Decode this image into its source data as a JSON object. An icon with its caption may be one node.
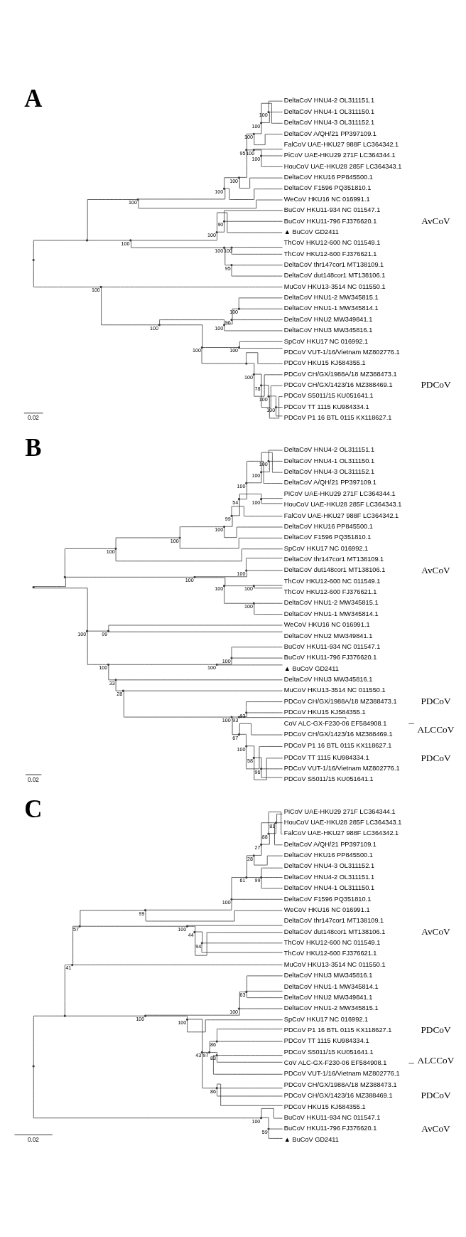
{
  "diagram": {
    "nodes": [
      {
        "text": [],
        "shape": "point"
      },
      {
        "text": [],
        "shape": "point"
      },
      {
        "text": [],
        "shape": "point",
        "beside": [
          "100"
        ]
      },
      {
        "text": [],
        "shape": "point",
        "beside": [
          "100"
        ]
      },
      {
        "text": [],
        "shape": "point",
        "beside": [
          "100"
        ]
      },
      {
        "text": [],
        "shape": "point",
        "beside": [
          "95"
        ]
      },
      {
        "text": [],
        "shape": "point",
        "beside": [
          "100"
        ]
      },
      {
        "text": [],
        "shape": "point",
        "beside": [
          "100"
        ]
      },
      {
        "text": [],
        "shape": "point",
        "beside": [
          "100"
        ]
      },
      {
        "text": [
          "DeltaCoV HNU4-2 OL311151.1"
        ]
      },
      {
        "text": [
          "DeltaCoV HNU4-1 OL311150.1"
        ]
      },
      {
        "text": [
          "DeltaCoV HNU4-3 OL311152.1"
        ]
      },
      {
        "text": [
          "DeltaCoV A/QH/21 PP397109.1"
        ]
      },
      {
        "text": [],
        "shape": "point",
        "beside": [
          "100"
        ]
      },
      {
        "text": [
          "FalCoV UAE-HKU27 988F LC364342.1"
        ]
      },
      {
        "text": [],
        "shape": "point",
        "beside": [
          "100"
        ]
      },
      {
        "text": [
          "PiCoV UAE-HKU29 271F LC364344.1"
        ]
      },
      {
        "text": [
          "HouCoV UAE-HKU28 285F LC364343.1"
        ]
      },
      {
        "text": [
          "DeltaCoV HKU16 PP845500.1"
        ]
      },
      {
        "text": [
          "DeltaCoV F1596 PQ351810.1"
        ]
      },
      {
        "text": [
          "WeCoV HKU16 NC 016991.1"
        ]
      },
      {
        "text": [],
        "shape": "point",
        "beside": [
          "100"
        ]
      },
      {
        "text": [],
        "shape": "point",
        "beside": [
          "100"
        ]
      },
      {
        "text": [],
        "shape": "point",
        "beside": [
          "90"
        ]
      },
      {
        "text": [
          "BuCoV HKU11-934 NC 011547.1"
        ]
      },
      {
        "text": [
          "BuCoV HKU11-796 FJ376620.1"
        ]
      },
      {
        "text": [
          "▲ BuCoV GD2411"
        ]
      },
      {
        "text": [],
        "shape": "point",
        "beside": [
          "100"
        ]
      },
      {
        "text": [],
        "shape": "point",
        "beside": [
          "100"
        ]
      },
      {
        "text": [
          "ThCoV HKU12-600 NC 011549.1"
        ]
      },
      {
        "text": [
          "ThCoV HKU12-600 FJ376621.1"
        ]
      },
      {
        "text": [],
        "shape": "point",
        "beside": [
          "95"
        ]
      },
      {
        "text": [
          "DeltaCoV thr147cor1 MT138109.1"
        ]
      },
      {
        "text": [
          "DeltaCoV dut148cor1 MT138106.1"
        ]
      },
      {
        "text": [],
        "shape": "point",
        "beside": [
          "100"
        ]
      },
      {
        "text": [
          "MuCoV HKU13-3514 NC 011550.1"
        ]
      },
      {
        "text": [],
        "shape": "point",
        "beside": [
          "100"
        ]
      },
      {
        "text": [],
        "shape": "point",
        "beside": [
          "100"
        ]
      },
      {
        "text": [],
        "shape": "point",
        "beside": [
          "96"
        ]
      },
      {
        "text": [],
        "shape": "point",
        "beside": [
          "100"
        ]
      },
      {
        "text": [
          "DeltaCoV HNU1-2 MW345815.1"
        ]
      },
      {
        "text": [
          "DeltaCoV HNU1-1 MW345814.1"
        ]
      },
      {
        "text": [
          "DeltaCoV HNU2 MW349841.1"
        ]
      },
      {
        "text": [
          "DeltaCoV HNU3 MW345816.1"
        ]
      },
      {
        "text": [],
        "shape": "point",
        "beside": [
          "100"
        ]
      },
      {
        "text": [],
        "shape": "point",
        "beside": [
          "100"
        ]
      },
      {
        "text": [
          "SpCoV HKU17 NC 016992.1"
        ]
      },
      {
        "text": [
          "PDCoV VUT-1/16/Vietnam MZ802776.1"
        ]
      },
      {
        "text": [],
        "shape": "point"
      },
      {
        "text": [
          "PDCoV HKU15 KJ584355.1"
        ]
      },
      {
        "text": [],
        "shape": "point",
        "beside": [
          "100"
        ]
      },
      {
        "text": [
          "PDCoV CH/GX/1988A/18 MZ388473.1"
        ]
      },
      {
        "text": [],
        "shape": "point",
        "beside": [
          "78"
        ]
      },
      {
        "text": [
          "PDCoV CH/GX/1423/16 MZ388469.1"
        ]
      },
      {
        "text": [],
        "shape": "point",
        "beside": [
          "100"
        ]
      },
      {
        "text": [
          "PDCoV S5011/15 KU051641.1"
        ]
      },
      {
        "text": [],
        "shape": "point",
        "beside": [
          "100"
        ]
      },
      {
        "text": [
          "PDCoV TT 1115 KU984334.1"
        ]
      },
      {
        "text": [
          "PDCoV P1 16 BTL 0115 KX118627.1"
        ]
      },
      {
        "text": [],
        "shape": "point"
      },
      {
        "text": [],
        "shape": "point"
      },
      {
        "text": [],
        "shape": "point",
        "beside": [
          "100"
        ]
      },
      {
        "text": [],
        "shape": "point",
        "beside": [
          "100"
        ]
      },
      {
        "text": [],
        "shape": "point",
        "beside": [
          "100"
        ]
      },
      {
        "text": [],
        "shape": "point",
        "beside": [
          "99"
        ]
      },
      {
        "text": [],
        "shape": "point",
        "beside": [
          "54"
        ]
      },
      {
        "text": [],
        "shape": "point",
        "beside": [
          "100"
        ]
      },
      {
        "text": [],
        "shape": "point",
        "beside": [
          "100"
        ]
      },
      {
        "text": [],
        "shape": "point",
        "beside": [
          "100"
        ]
      },
      {
        "text": [
          "DeltaCoV HNU4-2 OL311151.1"
        ]
      },
      {
        "text": [
          "DeltaCoV HNU4-1 OL311150.1"
        ]
      },
      {
        "text": [
          "DeltaCoV HNU4-3 OL311152.1"
        ]
      },
      {
        "text": [
          "DeltaCoV A/QH/21 PP397109.1"
        ]
      },
      {
        "text": [],
        "shape": "point",
        "beside": [
          "100"
        ]
      },
      {
        "text": [
          "PiCoV UAE-HKU29 271F LC364344.1"
        ]
      },
      {
        "text": [
          "HouCoV UAE-HKU28 285F LC364343.1"
        ]
      },
      {
        "text": [
          "FalCoV UAE-HKU27 988F LC364342.1"
        ]
      },
      {
        "text": [
          "DeltaCoV HKU16 PP845500.1"
        ]
      },
      {
        "text": [
          "DeltaCoV F1596 PQ351810.1"
        ]
      },
      {
        "text": [
          "SpCoV HKU17 NC 016992.1"
        ]
      },
      {
        "text": [],
        "shape": "point",
        "beside": [
          "100"
        ]
      },
      {
        "text": [],
        "shape": "point",
        "beside": [
          "100"
        ]
      },
      {
        "text": [
          "DeltaCoV thr147cor1 MT138109.1"
        ]
      },
      {
        "text": [
          "DeltaCoV dut148cor1 MT138106.1"
        ]
      },
      {
        "text": [],
        "shape": "point",
        "beside": [
          "100"
        ]
      },
      {
        "text": [],
        "shape": "point",
        "beside": [
          "100"
        ]
      },
      {
        "text": [
          "ThCoV HKU12-600 NC 011549.1"
        ]
      },
      {
        "text": [
          "ThCoV HKU12-600 FJ376621.1"
        ]
      },
      {
        "text": [],
        "shape": "point",
        "beside": [
          "100"
        ]
      },
      {
        "text": [
          "DeltaCoV HNU1-2 MW345815.1"
        ]
      },
      {
        "text": [
          "DeltaCoV HNU1-1 MW345814.1"
        ]
      },
      {
        "text": [],
        "shape": "point",
        "beside": [
          "100"
        ]
      },
      {
        "text": [],
        "shape": "point",
        "beside": [
          "99"
        ]
      },
      {
        "text": [
          "WeCoV HKU16 NC 016991.1"
        ]
      },
      {
        "text": [
          "DeltaCoV HNU2 MW349841.1"
        ]
      },
      {
        "text": [],
        "shape": "point",
        "beside": [
          "100"
        ]
      },
      {
        "text": [],
        "shape": "point",
        "beside": [
          "100"
        ]
      },
      {
        "text": [],
        "shape": "point",
        "beside": [
          "100"
        ]
      },
      {
        "text": [
          "BuCoV HKU11-934 NC 011547.1"
        ]
      },
      {
        "text": [
          "BuCoV HKU11-796 FJ376620.1"
        ]
      },
      {
        "text": [
          "▲ BuCoV GD2411"
        ]
      },
      {
        "text": [],
        "shape": "point",
        "beside": [
          "33"
        ]
      },
      {
        "text": [
          "DeltaCoV HNU3 MW345816.1"
        ]
      },
      {
        "text": [],
        "shape": "point",
        "beside": [
          "28"
        ]
      },
      {
        "text": [
          "MuCoV HKU13-3514 NC 011550.1"
        ]
      },
      {
        "text": [],
        "shape": "point",
        "beside": [
          "100"
        ]
      },
      {
        "text": [],
        "shape": "point",
        "beside": [
          "93"
        ]
      },
      {
        "text": [],
        "shape": "point",
        "beside": [
          "93"
        ]
      },
      {
        "text": [
          "PDCoV CH/GX/1988A/18 MZ388473.1"
        ]
      },
      {
        "text": [
          "PDCoV HKU15 KJ584355.1"
        ]
      },
      {
        "text": [
          "CoV ALC-GX-F230-06 EF584908.1"
        ]
      },
      {
        "text": [
          "ALCCoV"
        ]
      },
      {
        "text": [],
        "shape": "point",
        "beside": [
          "67"
        ]
      },
      {
        "text": [
          "PDCoV CH/GX/1423/16 MZ388469.1"
        ]
      },
      {
        "text": [],
        "shape": "point",
        "beside": [
          "100"
        ]
      },
      {
        "text": [
          "PDCoV P1 16 BTL 0115 KX118627.1"
        ]
      },
      {
        "text": [],
        "shape": "point",
        "beside": [
          "58"
        ]
      },
      {
        "text": [
          "PDCoV TT 1115 KU984334.1"
        ]
      },
      {
        "text": [],
        "shape": "point",
        "beside": [
          "96"
        ]
      },
      {
        "text": [
          "PDCoV VUT-1/16/Vietnam MZ802776.1"
        ]
      },
      {
        "text": [
          "PDCoV S5011/15 KU051641.1"
        ]
      },
      {
        "text": [],
        "shape": "point"
      },
      {
        "text": [],
        "shape": "point"
      },
      {
        "text": [],
        "shape": "point",
        "beside": [
          "41"
        ]
      },
      {
        "text": [],
        "shape": "point",
        "beside": [
          "57"
        ]
      },
      {
        "text": [],
        "shape": "point",
        "beside": [
          "99"
        ]
      },
      {
        "text": [],
        "shape": "point",
        "beside": [
          "100"
        ]
      },
      {
        "text": [],
        "shape": "point",
        "beside": [
          "61"
        ]
      },
      {
        "text": [],
        "shape": "point",
        "beside": [
          "28"
        ]
      },
      {
        "text": [],
        "shape": "point",
        "beside": [
          "27"
        ]
      },
      {
        "text": [],
        "shape": "point",
        "beside": [
          "88"
        ]
      },
      {
        "text": [],
        "shape": "point",
        "beside": [
          "81"
        ]
      },
      {
        "text": [
          "PiCoV UAE-HKU29 271F LC364344.1"
        ]
      },
      {
        "text": [
          "HouCoV UAE-HKU28 285F LC364343.1"
        ]
      },
      {
        "text": [
          "FalCoV UAE-HKU27 988F LC364342.1"
        ]
      },
      {
        "text": [
          "DeltaCoV A/QH/21 PP397109.1"
        ]
      },
      {
        "text": [
          "DeltaCoV HKU16 PP845500.1"
        ]
      },
      {
        "text": [],
        "shape": "point",
        "beside": [
          "99"
        ]
      },
      {
        "text": [
          "DeltaCoV HNU4-3 OL311152.1"
        ]
      },
      {
        "text": [
          "DeltaCoV HNU4-2 OL311151.1"
        ]
      },
      {
        "text": [
          "DeltaCoV HNU4-1 OL311150.1"
        ]
      },
      {
        "text": [
          "DeltaCoV F1596 PQ351810.1"
        ]
      },
      {
        "text": [
          "WeCoV HKU16 NC 016991.1"
        ]
      },
      {
        "text": [],
        "shape": "point",
        "beside": [
          "100"
        ]
      },
      {
        "text": [
          "DeltaCoV thr147cor1 MT138109.1"
        ]
      },
      {
        "text": [],
        "shape": "point",
        "beside": [
          "44"
        ]
      },
      {
        "text": [
          "DeltaCoV dut148cor1 MT138106.1"
        ]
      },
      {
        "text": [],
        "shape": "point",
        "beside": [
          "94"
        ]
      },
      {
        "text": [
          "ThCoV HKU12-600 NC 011549.1"
        ]
      },
      {
        "text": [
          "ThCoV HKU12-600 FJ376621.1"
        ]
      },
      {
        "text": [
          "MuCoV HKU13-3514 NC 011550.1"
        ]
      },
      {
        "text": [],
        "shape": "point",
        "beside": [
          "100"
        ]
      },
      {
        "text": [],
        "shape": "point",
        "beside": [
          "100"
        ]
      },
      {
        "text": [],
        "shape": "point",
        "beside": [
          "63"
        ]
      },
      {
        "text": [
          "DeltaCoV HNU3 MW345816.1"
        ]
      },
      {
        "text": [
          "DeltaCoV HNU1-1 MW345814.1"
        ]
      },
      {
        "text": [
          "DeltaCoV HNU2 MW349841.1"
        ]
      },
      {
        "text": [
          "DeltaCoV HNU1-2 MW345815.1"
        ]
      },
      {
        "text": [],
        "shape": "point",
        "beside": [
          "100"
        ]
      },
      {
        "text": [
          "SpCoV HKU17 NC 016992.1"
        ]
      },
      {
        "text": [],
        "shape": "point",
        "beside": [
          "43"
        ]
      },
      {
        "text": [],
        "shape": "point",
        "beside": [
          "97"
        ]
      },
      {
        "text": [],
        "shape": "point",
        "beside": [
          "86"
        ]
      },
      {
        "text": [
          "PDCoV P1 16 BTL 0115 KX118627.1"
        ]
      },
      {
        "text": [
          "PDCoV TT 1115 KU984334.1"
        ]
      },
      {
        "text": [],
        "shape": "point",
        "beside": [
          "83"
        ]
      },
      {
        "text": [
          "PDCoV S5011/15 KU051641.1"
        ]
      },
      {
        "text": [
          "CoV ALC-GX-F230-06 EF584908.1"
        ]
      },
      {
        "text": [
          "ALCCoV"
        ]
      },
      {
        "text": [
          "PDCoV VUT-1/16/Vietnam MZ802776.1"
        ]
      },
      {
        "text": [],
        "shape": "point",
        "beside": [
          "86"
        ]
      },
      {
        "text": [
          "PDCoV CH/GX/1988A/18 MZ388473.1"
        ]
      },
      {
        "text": [
          "PDCoV CH/GX/1423/16 MZ388469.1"
        ]
      },
      {
        "text": [
          "PDCoV HKU15 KJ584355.1"
        ]
      },
      {
        "text": [],
        "shape": "point",
        "beside": [
          "100"
        ]
      },
      {
        "text": [
          "BuCoV HKU11-934 NC 011547.1"
        ]
      },
      {
        "text": [],
        "shape": "point",
        "beside": [
          "59"
        ]
      },
      {
        "text": [
          "BuCoV HKU11-796 FJ376620.1"
        ]
      },
      {
        "text": [
          "▲ BuCoV GD2411"
        ]
      }
    ],
    "edges": [
      {
        "from": 0,
        "to": 1,
        "arrow": "none"
      },
      {
        "from": 0,
        "to": 34,
        "arrow": "none"
      },
      {
        "from": 1,
        "to": 2,
        "arrow": "none"
      },
      {
        "from": 1,
        "to": 21,
        "arrow": "none"
      },
      {
        "from": 2,
        "to": 3,
        "arrow": "none"
      },
      {
        "from": 2,
        "to": 20,
        "arrow": "none"
      },
      {
        "from": 3,
        "to": 4,
        "arrow": "none"
      },
      {
        "from": 3,
        "to": 19,
        "arrow": "none"
      },
      {
        "from": 4,
        "to": 5,
        "arrow": "none"
      },
      {
        "from": 4,
        "to": 18,
        "arrow": "none"
      },
      {
        "from": 5,
        "to": 6,
        "arrow": "none"
      },
      {
        "from": 5,
        "to": 13,
        "arrow": "none"
      },
      {
        "from": 6,
        "to": 7,
        "arrow": "none"
      },
      {
        "from": 6,
        "to": 12,
        "arrow": "none"
      },
      {
        "from": 7,
        "to": 8,
        "arrow": "none"
      },
      {
        "from": 7,
        "to": 11,
        "arrow": "none"
      },
      {
        "from": 8,
        "to": 9,
        "arrow": "none"
      },
      {
        "from": 8,
        "to": 10,
        "arrow": "none"
      },
      {
        "from": 13,
        "to": 14,
        "arrow": "none"
      },
      {
        "from": 13,
        "to": 15,
        "arrow": "none"
      },
      {
        "from": 15,
        "to": 16,
        "arrow": "none"
      },
      {
        "from": 15,
        "to": 17,
        "arrow": "none"
      },
      {
        "from": 21,
        "to": 22,
        "arrow": "none"
      },
      {
        "from": 21,
        "to": 27,
        "arrow": "none"
      },
      {
        "from": 22,
        "to": 23,
        "arrow": "none"
      },
      {
        "from": 22,
        "to": 26,
        "arrow": "none"
      },
      {
        "from": 23,
        "to": 24,
        "arrow": "none"
      },
      {
        "from": 23,
        "to": 25,
        "arrow": "none"
      },
      {
        "from": 27,
        "to": 28,
        "arrow": "none"
      },
      {
        "from": 27,
        "to": 31,
        "arrow": "none"
      },
      {
        "from": 28,
        "to": 29,
        "arrow": "none"
      },
      {
        "from": 28,
        "to": 30,
        "arrow": "none"
      },
      {
        "from": 31,
        "to": 32,
        "arrow": "none"
      },
      {
        "from": 31,
        "to": 33,
        "arrow": "none"
      },
      {
        "from": 34,
        "to": 35,
        "arrow": "none"
      },
      {
        "from": 34,
        "to": 36,
        "arrow": "none"
      },
      {
        "from": 36,
        "to": 37,
        "arrow": "none"
      },
      {
        "from": 36,
        "to": 44,
        "arrow": "none"
      },
      {
        "from": 37,
        "to": 38,
        "arrow": "none"
      },
      {
        "from": 37,
        "to": 43,
        "arrow": "none"
      },
      {
        "from": 38,
        "to": 39,
        "arrow": "none"
      },
      {
        "from": 38,
        "to": 42,
        "arrow": "none"
      },
      {
        "from": 39,
        "to": 40,
        "arrow": "none"
      },
      {
        "from": 39,
        "to": 41,
        "arrow": "none"
      },
      {
        "from": 44,
        "to": 45,
        "arrow": "none"
      },
      {
        "from": 44,
        "to": 48,
        "arrow": "none"
      },
      {
        "from": 45,
        "to": 46,
        "arrow": "none"
      },
      {
        "from": 45,
        "to": 47,
        "arrow": "none"
      },
      {
        "from": 48,
        "to": 49,
        "arrow": "none"
      },
      {
        "from": 48,
        "to": 50,
        "arrow": "none"
      },
      {
        "from": 50,
        "to": 51,
        "arrow": "none"
      },
      {
        "from": 50,
        "to": 52,
        "arrow": "none"
      },
      {
        "from": 52,
        "to": 53,
        "arrow": "none"
      },
      {
        "from": 52,
        "to": 54,
        "arrow": "none"
      },
      {
        "from": 54,
        "to": 55,
        "arrow": "none"
      },
      {
        "from": 54,
        "to": 56,
        "arrow": "none"
      },
      {
        "from": 56,
        "to": 57,
        "arrow": "none"
      },
      {
        "from": 56,
        "to": 58,
        "arrow": "none"
      },
      {
        "from": 59,
        "to": 60,
        "arrow": "none"
      },
      {
        "from": 59,
        "to": 91,
        "arrow": "none"
      },
      {
        "from": 60,
        "to": 61,
        "arrow": "none"
      },
      {
        "from": 60,
        "to": 80,
        "arrow": "none"
      },
      {
        "from": 61,
        "to": 62,
        "arrow": "none"
      },
      {
        "from": 61,
        "to": 79,
        "arrow": "none"
      },
      {
        "from": 62,
        "to": 63,
        "arrow": "none"
      },
      {
        "from": 62,
        "to": 78,
        "arrow": "none"
      },
      {
        "from": 63,
        "to": 64,
        "arrow": "none"
      },
      {
        "from": 63,
        "to": 77,
        "arrow": "none"
      },
      {
        "from": 64,
        "to": 65,
        "arrow": "none"
      },
      {
        "from": 64,
        "to": 76,
        "arrow": "none"
      },
      {
        "from": 65,
        "to": 66,
        "arrow": "none"
      },
      {
        "from": 65,
        "to": 73,
        "arrow": "none"
      },
      {
        "from": 66,
        "to": 67,
        "arrow": "none"
      },
      {
        "from": 66,
        "to": 72,
        "arrow": "none"
      },
      {
        "from": 67,
        "to": 68,
        "arrow": "none"
      },
      {
        "from": 67,
        "to": 71,
        "arrow": "none"
      },
      {
        "from": 68,
        "to": 69,
        "arrow": "none"
      },
      {
        "from": 68,
        "to": 70,
        "arrow": "none"
      },
      {
        "from": 73,
        "to": 74,
        "arrow": "none"
      },
      {
        "from": 73,
        "to": 75,
        "arrow": "none"
      },
      {
        "from": 80,
        "to": 81,
        "arrow": "none"
      },
      {
        "from": 80,
        "to": 84,
        "arrow": "none"
      },
      {
        "from": 81,
        "to": 82,
        "arrow": "none"
      },
      {
        "from": 81,
        "to": 83,
        "arrow": "none"
      },
      {
        "from": 84,
        "to": 85,
        "arrow": "none"
      },
      {
        "from": 84,
        "to": 88,
        "arrow": "none"
      },
      {
        "from": 85,
        "to": 86,
        "arrow": "none"
      },
      {
        "from": 85,
        "to": 87,
        "arrow": "none"
      },
      {
        "from": 88,
        "to": 89,
        "arrow": "none"
      },
      {
        "from": 88,
        "to": 90,
        "arrow": "none"
      },
      {
        "from": 91,
        "to": 92,
        "arrow": "none"
      },
      {
        "from": 91,
        "to": 95,
        "arrow": "none"
      },
      {
        "from": 92,
        "to": 93,
        "arrow": "none"
      },
      {
        "from": 92,
        "to": 94,
        "arrow": "none"
      },
      {
        "from": 95,
        "to": 96,
        "arrow": "none"
      },
      {
        "from": 95,
        "to": 101,
        "arrow": "none"
      },
      {
        "from": 96,
        "to": 97,
        "arrow": "none"
      },
      {
        "from": 96,
        "to": 100,
        "arrow": "none"
      },
      {
        "from": 97,
        "to": 98,
        "arrow": "none"
      },
      {
        "from": 97,
        "to": 99,
        "arrow": "none"
      },
      {
        "from": 101,
        "to": 102,
        "arrow": "none"
      },
      {
        "from": 101,
        "to": 103,
        "arrow": "none"
      },
      {
        "from": 103,
        "to": 104,
        "arrow": "none"
      },
      {
        "from": 103,
        "to": 105,
        "arrow": "none"
      },
      {
        "from": 105,
        "to": 106,
        "arrow": "none"
      },
      {
        "from": 105,
        "to": 112,
        "arrow": "none"
      },
      {
        "from": 106,
        "to": 107,
        "arrow": "none"
      },
      {
        "from": 106,
        "to": 110,
        "arrow": "none"
      },
      {
        "from": 107,
        "to": 108,
        "arrow": "none"
      },
      {
        "from": 107,
        "to": 109,
        "arrow": "none"
      },
      {
        "from": 111,
        "to": 110,
        "arrow": "none"
      },
      {
        "from": 112,
        "to": 113,
        "arrow": "none"
      },
      {
        "from": 112,
        "to": 114,
        "arrow": "none"
      },
      {
        "from": 114,
        "to": 115,
        "arrow": "none"
      },
      {
        "from": 114,
        "to": 116,
        "arrow": "none"
      },
      {
        "from": 116,
        "to": 117,
        "arrow": "none"
      },
      {
        "from": 116,
        "to": 118,
        "arrow": "none"
      },
      {
        "from": 118,
        "to": 119,
        "arrow": "none"
      },
      {
        "from": 118,
        "to": 120,
        "arrow": "none"
      },
      {
        "from": 121,
        "to": 122,
        "arrow": "none"
      },
      {
        "from": 121,
        "to": 174,
        "arrow": "none"
      },
      {
        "from": 122,
        "to": 123,
        "arrow": "none"
      },
      {
        "from": 122,
        "to": 151,
        "arrow": "none"
      },
      {
        "from": 123,
        "to": 124,
        "arrow": "none"
      },
      {
        "from": 123,
        "to": 150,
        "arrow": "none"
      },
      {
        "from": 124,
        "to": 125,
        "arrow": "none"
      },
      {
        "from": 124,
        "to": 143,
        "arrow": "none"
      },
      {
        "from": 125,
        "to": 126,
        "arrow": "none"
      },
      {
        "from": 125,
        "to": 142,
        "arrow": "none"
      },
      {
        "from": 126,
        "to": 127,
        "arrow": "none"
      },
      {
        "from": 126,
        "to": 141,
        "arrow": "none"
      },
      {
        "from": 127,
        "to": 128,
        "arrow": "none"
      },
      {
        "from": 127,
        "to": 137,
        "arrow": "none"
      },
      {
        "from": 128,
        "to": 129,
        "arrow": "none"
      },
      {
        "from": 128,
        "to": 136,
        "arrow": "none"
      },
      {
        "from": 129,
        "to": 130,
        "arrow": "none"
      },
      {
        "from": 129,
        "to": 135,
        "arrow": "none"
      },
      {
        "from": 130,
        "to": 131,
        "arrow": "none"
      },
      {
        "from": 130,
        "to": 134,
        "arrow": "none"
      },
      {
        "from": 131,
        "to": 132,
        "arrow": "none"
      },
      {
        "from": 131,
        "to": 133,
        "arrow": "none"
      },
      {
        "from": 137,
        "to": 138,
        "arrow": "none"
      },
      {
        "from": 137,
        "to": 139,
        "arrow": "none"
      },
      {
        "from": 137,
        "to": 140,
        "arrow": "none"
      },
      {
        "from": 143,
        "to": 144,
        "arrow": "none"
      },
      {
        "from": 143,
        "to": 145,
        "arrow": "none"
      },
      {
        "from": 145,
        "to": 146,
        "arrow": "none"
      },
      {
        "from": 145,
        "to": 147,
        "arrow": "none"
      },
      {
        "from": 147,
        "to": 148,
        "arrow": "none"
      },
      {
        "from": 147,
        "to": 149,
        "arrow": "none"
      },
      {
        "from": 151,
        "to": 152,
        "arrow": "none"
      },
      {
        "from": 151,
        "to": 158,
        "arrow": "none"
      },
      {
        "from": 152,
        "to": 153,
        "arrow": "none"
      },
      {
        "from": 152,
        "to": 157,
        "arrow": "none"
      },
      {
        "from": 153,
        "to": 154,
        "arrow": "none"
      },
      {
        "from": 153,
        "to": 155,
        "arrow": "none"
      },
      {
        "from": 153,
        "to": 156,
        "arrow": "none"
      },
      {
        "from": 158,
        "to": 159,
        "arrow": "none"
      },
      {
        "from": 158,
        "to": 160,
        "arrow": "none"
      },
      {
        "from": 160,
        "to": 161,
        "arrow": "none"
      },
      {
        "from": 160,
        "to": 170,
        "arrow": "none"
      },
      {
        "from": 161,
        "to": 162,
        "arrow": "none"
      },
      {
        "from": 161,
        "to": 165,
        "arrow": "none"
      },
      {
        "from": 162,
        "to": 163,
        "arrow": "none"
      },
      {
        "from": 162,
        "to": 164,
        "arrow": "none"
      },
      {
        "from": 165,
        "to": 166,
        "arrow": "none"
      },
      {
        "from": 165,
        "to": 167,
        "arrow": "none"
      },
      {
        "from": 165,
        "to": 169,
        "arrow": "none"
      },
      {
        "from": 168,
        "to": 167,
        "arrow": "none"
      },
      {
        "from": 170,
        "to": 171,
        "arrow": "none"
      },
      {
        "from": 170,
        "to": 172,
        "arrow": "none"
      },
      {
        "from": 170,
        "to": 173,
        "arrow": "none"
      },
      {
        "from": 174,
        "to": 175,
        "arrow": "none"
      },
      {
        "from": 174,
        "to": 176,
        "arrow": "none"
      },
      {
        "from": 176,
        "to": 177,
        "arrow": "none"
      },
      {
        "from": 176,
        "to": 178,
        "arrow": "none"
      }
    ],
    "labels": [
      "A",
      "AvCoV",
      "PDCoV",
      "0.02",
      "B",
      "AvCoV",
      "PDCoV",
      "PDCoV",
      "0.02",
      "C",
      "AvCoV",
      "PDCoV",
      "PDCoV",
      "AvCoV",
      "0.02"
    ]
  }
}
